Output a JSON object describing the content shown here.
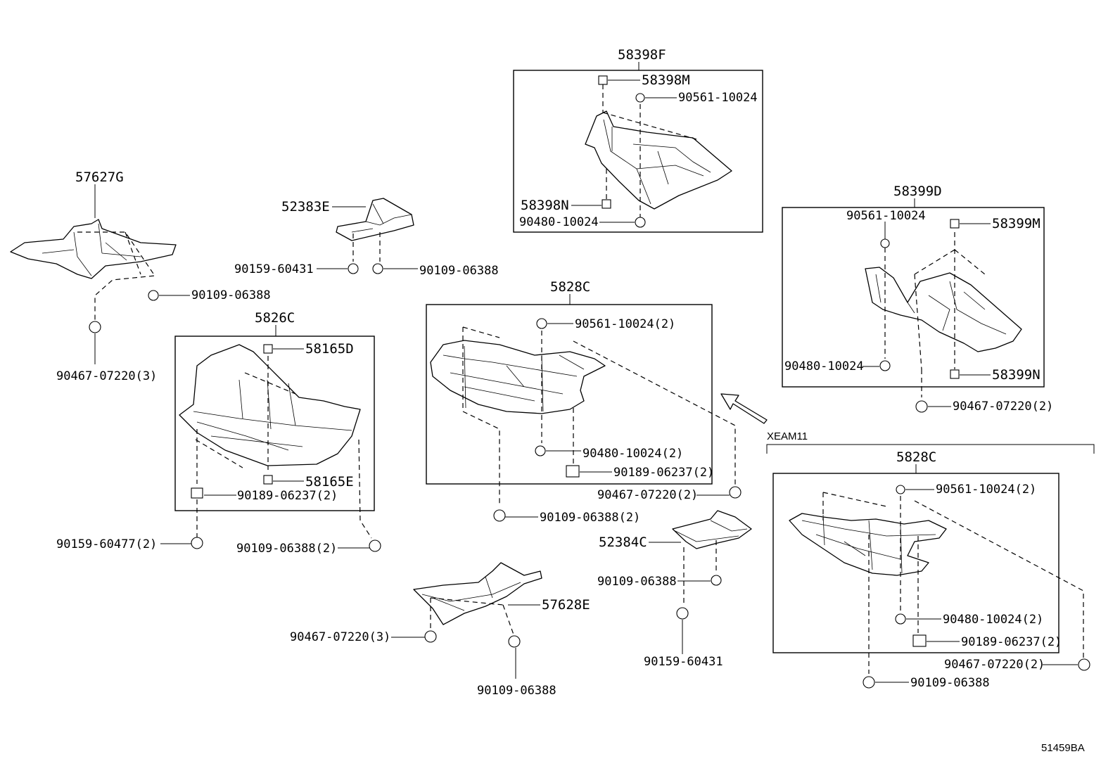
{
  "diagram_code": "51459BA",
  "variant_label": "XEAM11",
  "labels": {
    "l_58398F": "58398F",
    "l_58398M": "58398M",
    "l_58398_90561": "90561-10024",
    "l_58398N": "58398N",
    "l_58398_90480": "90480-10024",
    "l_58399D": "58399D",
    "l_58399_90561": "90561-10024",
    "l_58399M": "58399M",
    "l_58399_90480": "90480-10024",
    "l_58399N": "58399N",
    "l_58399_90467": "90467-07220(2)",
    "l_57627G": "57627G",
    "l_57627_90109": "90109-06388",
    "l_57627_90467": "90467-07220(3)",
    "l_52383E": "52383E",
    "l_52383_90159": "90159-60431",
    "l_52383_90109": "90109-06388",
    "l_5826C": "5826C",
    "l_58165D": "58165D",
    "l_58165E": "58165E",
    "l_5826_90189": "90189-06237(2)",
    "l_5826_90159": "90159-60477(2)",
    "l_5826_90109": "90109-06388(2)",
    "l_5828C_a": "5828C",
    "l_5828a_90561": "90561-10024(2)",
    "l_5828a_90480": "90480-10024(2)",
    "l_5828a_90189": "90189-06237(2)",
    "l_5828a_90467": "90467-07220(2)",
    "l_5828a_90109": "90109-06388(2)",
    "l_52384C": "52384C",
    "l_52384_90109": "90109-06388",
    "l_52384_90159": "90159-60431",
    "l_57628E": "57628E",
    "l_57628_90467": "90467-07220(3)",
    "l_57628_90109": "90109-06388",
    "l_5828C_b": "5828C",
    "l_5828b_90561": "90561-10024(2)",
    "l_5828b_90480": "90480-10024(2)",
    "l_5828b_90189": "90189-06237(2)",
    "l_5828b_90467": "90467-07220(2)",
    "l_5828b_90109": "90109-06388"
  }
}
